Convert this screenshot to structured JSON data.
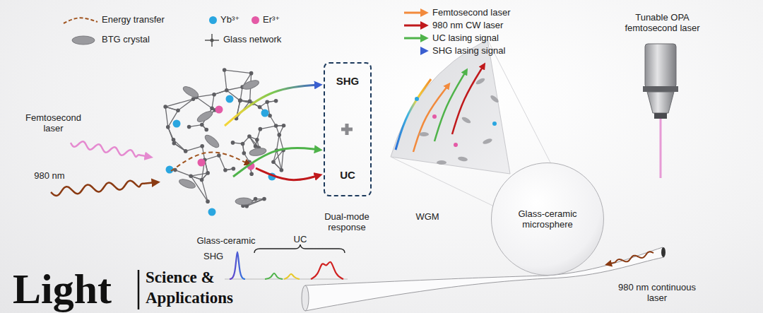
{
  "diagram": {
    "nodes": [
      {
        "text": [
          "SHG",
          "UC"
        ]
      },
      {
        "text": [
          "Glass-ceramic microsphere"
        ]
      }
    ],
    "labels": [
      "Femtosecond laser",
      "980 nm",
      "Glass-ceramic",
      "Dual-mode response",
      "WGM",
      "Tunable OPA femtosecond laser",
      "980 nm continuous laser",
      "SHG",
      "UC",
      "Light",
      "Science &",
      "Applications"
    ],
    "legend": [
      {
        "text": "Energy transfer"
      },
      {
        "text": "Yb³⁺",
        "color": "#2aa6e0"
      },
      {
        "text": "Er³⁺",
        "color": "#e45aa6"
      },
      {
        "text": "BTG crystal"
      },
      {
        "text": "Glass network"
      },
      {
        "text": "Femtosecond laser"
      },
      {
        "text": "980 nm CW laser"
      },
      {
        "text": "UC lasing signal"
      },
      {
        "text": "SHG lasing signal"
      }
    ]
  }
}
